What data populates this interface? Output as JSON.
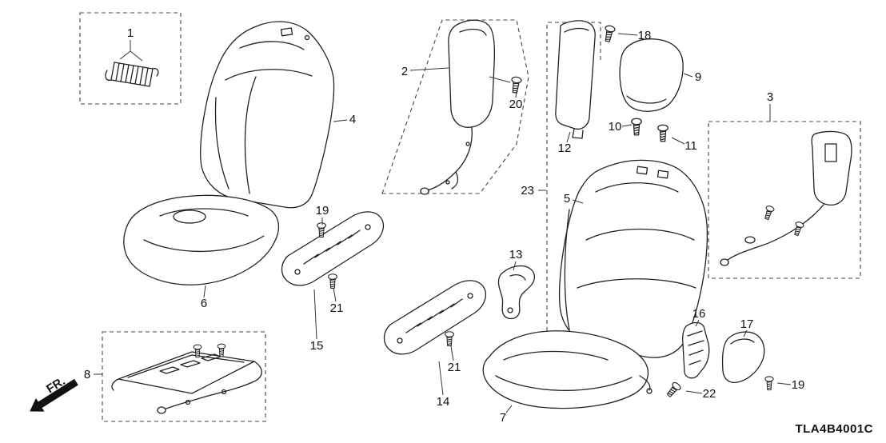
{
  "diagram": {
    "code": "TLA4B4001C",
    "fr_label": "FR.",
    "callouts": [
      "1",
      "2",
      "3",
      "4",
      "5",
      "6",
      "7",
      "8",
      "9",
      "10",
      "11",
      "12",
      "13",
      "14",
      "15",
      "16",
      "17",
      "18",
      "19",
      "19",
      "20",
      "21",
      "21",
      "22",
      "23"
    ]
  }
}
